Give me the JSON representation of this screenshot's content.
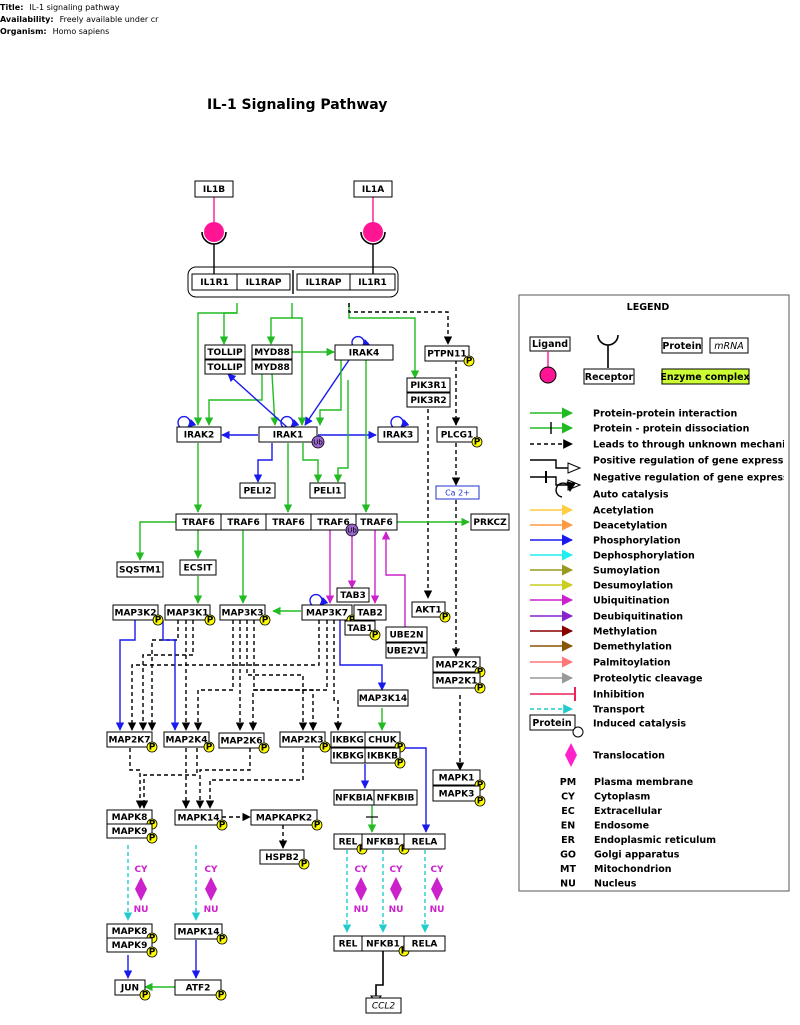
{
  "meta": {
    "title_label": "Title:",
    "title_value": "IL-1 signaling pathway",
    "availability_label": "Availability:",
    "availability_value": "Freely available under cr",
    "organism_label": "Organism:",
    "organism_value": "Homo sapiens"
  },
  "diagram_title": "IL-1 Signaling Pathway",
  "colors": {
    "green": "#22bb22",
    "blue": "#1a1aee",
    "black": "#000000",
    "magenta": "#cc22cc",
    "ligand": "#ff1493",
    "cyan": "#22cccc",
    "legend_title": "#3333cc",
    "enzyme_complex": "#ccff33",
    "ub": "#9966cc",
    "phospho": "#ffff00"
  },
  "ligands": [
    "IL1B",
    "IL1A"
  ],
  "receptor_complex": [
    "IL1R1",
    "IL1RAP",
    "IL1RAP",
    "IL1R1"
  ],
  "nodes": {
    "tollip1": "TOLLIP",
    "tollip2": "TOLLIP",
    "myd88a": "MYD88",
    "myd88b": "MYD88",
    "irak4": "IRAK4",
    "ptpn11": "PTPN11",
    "pik3r1": "PIK3R1",
    "pik3r2": "PIK3R2",
    "irak2": "IRAK2",
    "irak1": "IRAK1",
    "irak3": "IRAK3",
    "plcg1": "PLCG1",
    "peli2": "PELI2",
    "peli1": "PELI1",
    "ca": "Ca 2+",
    "traf6a": "TRAF6",
    "traf6b": "TRAF6",
    "traf6c": "TRAF6",
    "traf6d": "TRAF6",
    "traf6e": "TRAF6",
    "prkcz": "PRKCZ",
    "sqstm1": "SQSTM1",
    "ecsit": "ECSIT",
    "tab3": "TAB3",
    "map3k2": "MAP3K2",
    "map3k1": "MAP3K1",
    "map3k3": "MAP3K3",
    "map3k7": "MAP3K7",
    "tab2": "TAB2",
    "tab1": "TAB1",
    "ube2n": "UBE2N",
    "ube2v1": "UBE2V1",
    "akt1": "AKT1",
    "map2k2": "MAP2K2",
    "map2k1": "MAP2K1",
    "map3k14": "MAP3K14",
    "map2k7": "MAP2K7",
    "map2k4": "MAP2K4",
    "map2k6": "MAP2K6",
    "map2k3": "MAP2K3",
    "ikbkg1": "IKBKG",
    "chuk": "CHUK",
    "ikbkg2": "IKBKG",
    "ikbkb": "IKBKB",
    "mapk1": "MAPK1",
    "mapk3": "MAPK3",
    "nfkbia": "NFKBIA",
    "nfkbib": "NFKBIB",
    "mapk8a": "MAPK8",
    "mapk9a": "MAPK9",
    "mapk14a": "MAPK14",
    "mapkapk2": "MAPKAPK2",
    "hspb2": "HSPB2",
    "rel1": "REL",
    "nfkb1a": "NFKB1",
    "rela1": "RELA",
    "mapk8b": "MAPK8",
    "mapk9b": "MAPK9",
    "mapk14b": "MAPK14",
    "rel2": "REL",
    "nfkb1b": "NFKB1",
    "rela2": "RELA",
    "jun": "JUN",
    "atf2": "ATF2",
    "ccl2": "CCL2"
  },
  "marks": {
    "phospho": "P",
    "ub": "Ub",
    "cy": "CY",
    "nu": "NU"
  },
  "legend": {
    "title": "LEGEND",
    "ligand": "Ligand",
    "receptor": "Receptor",
    "protein": "Protein",
    "mrna": "mRNA",
    "enzyme_complex": "Enzyme complex",
    "items": [
      {
        "label": "Protein-protein interaction",
        "color": "#22bb22"
      },
      {
        "label": "Protein - protein dissociation",
        "color": "#22bb22"
      },
      {
        "label": "Leads to through unknown mechanism",
        "color": "#000000"
      },
      {
        "label": "Positive regulation of gene expression",
        "color": "#000000"
      },
      {
        "label": "Negative regulation of gene expression",
        "color": "#000000"
      },
      {
        "label": "Auto catalysis",
        "color": "#000000"
      },
      {
        "label": "Acetylation",
        "color": "#ffcc44"
      },
      {
        "label": "Deacetylation",
        "color": "#ff9944"
      },
      {
        "label": "Phosphorylation",
        "color": "#1a1aee"
      },
      {
        "label": "Dephosphorylation",
        "color": "#22eeee"
      },
      {
        "label": "Sumoylation",
        "color": "#999922"
      },
      {
        "label": "Desumoylation",
        "color": "#cccc22"
      },
      {
        "label": "Ubiquitination",
        "color": "#cc22cc"
      },
      {
        "label": "Deubiquitination",
        "color": "#8822cc"
      },
      {
        "label": "Methylation",
        "color": "#880000"
      },
      {
        "label": "Demethylation",
        "color": "#885500"
      },
      {
        "label": "Palmitoylation",
        "color": "#ff7777"
      },
      {
        "label": "Proteolytic cleavage",
        "color": "#999999"
      },
      {
        "label": "Inhibition",
        "color": "#ee2255"
      },
      {
        "label": "Transport",
        "color": "#22cccc"
      },
      {
        "label": "Induced catalysis",
        "color": "#000000"
      },
      {
        "label": "Translocation",
        "color": "#ff22cc"
      }
    ],
    "locations": [
      {
        "code": "PM",
        "label": "Plasma membrane"
      },
      {
        "code": "CY",
        "label": "Cytoplasm"
      },
      {
        "code": "EC",
        "label": "Extracellular"
      },
      {
        "code": "EN",
        "label": "Endosome"
      },
      {
        "code": "ER",
        "label": "Endoplasmic reticulum"
      },
      {
        "code": "GO",
        "label": "Golgi apparatus"
      },
      {
        "code": "MT",
        "label": "Mitochondrion"
      },
      {
        "code": "NU",
        "label": "Nucleus"
      }
    ]
  }
}
